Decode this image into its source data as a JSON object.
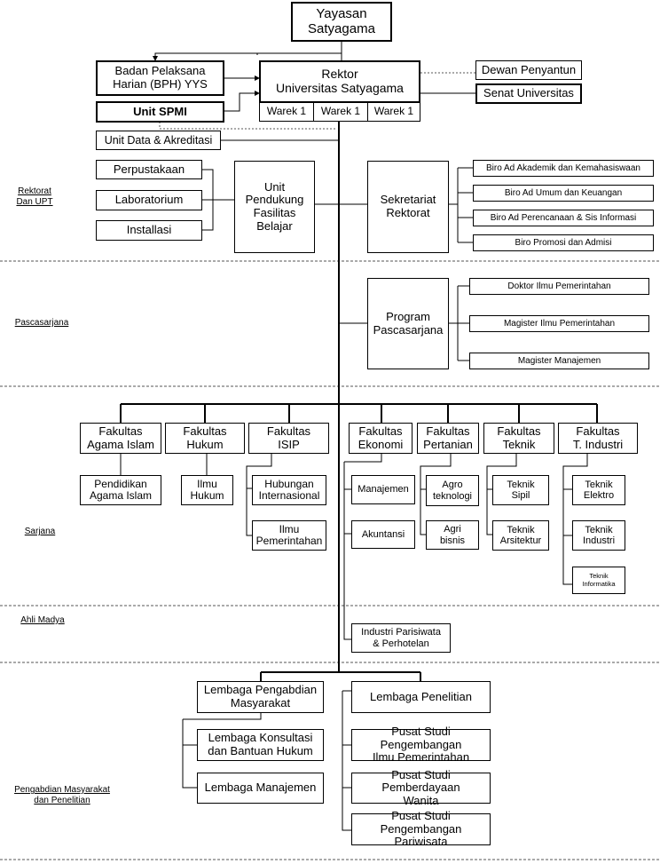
{
  "top": {
    "yayasan": "Yayasan\nSatyagama",
    "bph": "Badan Pelaksana\nHarian (BPH) YYS",
    "spmi": "Unit SPMI",
    "rektor": "Rektor\nUniversitas Satyagama",
    "wareks": [
      "Warek 1",
      "Warek 1",
      "Warek 1"
    ],
    "dewan": "Dewan Penyantun",
    "senat": "Senat Universitas",
    "unit_data": "Unit Data & Akreditasi"
  },
  "sections": [
    "Rektorat\nDan UPT",
    "Pascasarjana",
    "Sarjana",
    "Ahli Madya",
    "Pengabdian Masyarakat\ndan Penelitian"
  ],
  "rektorat": {
    "support_units": [
      "Perpustakaan",
      "Laboratorium",
      "Installasi"
    ],
    "pendukung": "Unit\nPendukung\nFasilitas\nBelajar",
    "sekretariat": "Sekretariat\nRektorat",
    "biro": [
      "Biro Ad Akademik dan Kemahasiswaan",
      "Biro Ad Umum dan Keuangan",
      "Biro Ad Perencanaan & Sis Informasi",
      "Biro Promosi dan Admisi"
    ]
  },
  "pascasarjana": {
    "program": "Program\nPascasarjana",
    "prodi": [
      "Doktor Ilmu Pemerintahan",
      "Magister Ilmu Pemerintahan",
      "Magister Manajemen"
    ]
  },
  "sarjana": {
    "faculties": [
      "Fakultas\nAgama Islam",
      "Fakultas\nHukum",
      "Fakultas\nISIP",
      "Fakultas\nEkonomi",
      "Fakultas\nPertanian",
      "Fakultas\nTeknik",
      "Fakultas\nT. Industri"
    ],
    "prodi": {
      "agama": [
        "Pendidikan\nAgama Islam"
      ],
      "hukum": [
        "Ilmu\nHukum"
      ],
      "isip": [
        "Hubungan\nInternasional",
        "Ilmu\nPemerintahan"
      ],
      "ekonomi": [
        "Manajemen",
        "Akuntansi"
      ],
      "pertanian": [
        "Agro\nteknologi",
        "Agri\nbisnis"
      ],
      "teknik": [
        "Teknik\nSipil",
        "Teknik\nArsitektur"
      ],
      "tindustri": [
        "Teknik\nElektro",
        "Teknik\nIndustri",
        "Teknik\nInformatika"
      ]
    }
  },
  "ahli_madya": {
    "prodi": [
      "Industri Parisiwata\n& Perhotelan"
    ]
  },
  "pengabdian": {
    "lppm": "Lembaga Pengabdian\nMasyarakat",
    "lppm_units": [
      "Lembaga Konsultasi\ndan Bantuan Hukum",
      "Lembaga Manajemen"
    ],
    "penelitian": "Lembaga Penelitian",
    "pusat_studi": [
      "Pusat Studi Pengembangan\nIlmu Pemerintahan",
      "Pusat Studi Pemberdayaan\nWanita",
      "Pusat Studi Pengembangan\nPariwisata"
    ]
  }
}
